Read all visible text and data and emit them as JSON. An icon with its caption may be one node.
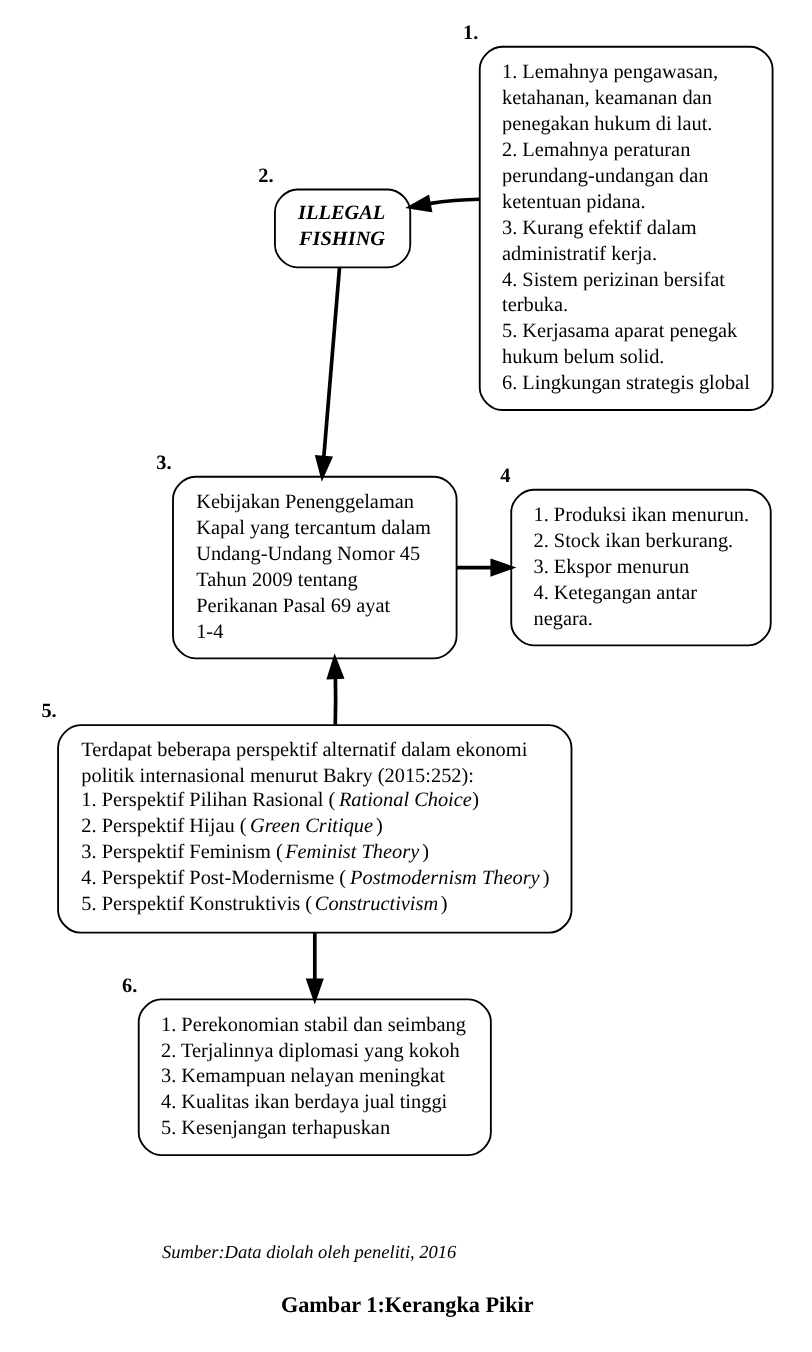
{
  "diagram": {
    "title": "Gambar 1:Kerangka Pikir",
    "nodes": [
      {
        "text": [
          "1. Lemahnya pengawasan, ketahanan, keamanan dan penegakan hukum di laut.",
          "2. Lemahnya peraturan perundang-undangan dan ketentuan pidana.",
          "3. Kurang efektif dalam administratif kerja.",
          "4. Sistem perizinan bersifat terbuka.",
          "5. Kerjasama aparat penegak hukum belum solid.",
          "6. Lingkungan strategis global"
        ],
        "beside": [
          "1."
        ]
      },
      {
        "text": [
          "ILLEGAL FISHING"
        ],
        "beside": [
          "2."
        ]
      },
      {
        "text": [
          "Kebijakan Penenggelaman Kapal yang tercantum dalam Undang-Undang Nomor 45 Tahun 2009 tentang Perikanan Pasal 69 ayat 1-4"
        ],
        "beside": [
          "3."
        ]
      },
      {
        "text": [
          "1. Produksi ikan menurun.",
          "2. Stock ikan berkurang.",
          "3. Ekspor menurun",
          "4. Ketegangan antar negara."
        ],
        "beside": [
          "4"
        ]
      },
      {
        "text": [
          "Terdapat beberapa perspektif alternatif dalam ekonomi politik internasional menurut Bakry (2015:252):",
          "1. Perspektif Pilihan Rasional (*Rational Choice*)",
          "2. Perspektif Hijau (*Green Critique*)",
          "3. Perspektif Feminism (*Feminist Theory*)",
          "4. Perspektif Post-Modernisme (*Postmodernism Theory*)",
          "5. Perspektif Konstruktivis (*Constructivism*)"
        ],
        "beside": [
          "5."
        ]
      },
      {
        "text": [
          "1. Perekonomian stabil dan seimbang",
          "2. Terjalinnya diplomasi yang kokoh",
          "3. Kemampuan nelayan meningkat",
          "4. Kualitas ikan berdaya jual tinggi",
          "5. Kesenjangan terhapuskan"
        ],
        "beside": [
          "6."
        ]
      }
    ],
    "edges": [
      {
        "from": 0,
        "to": 1,
        "arrow": "to"
      },
      {
        "from": 1,
        "to": 2,
        "arrow": "to"
      },
      {
        "from": 2,
        "to": 3,
        "arrow": "to"
      },
      {
        "from": 4,
        "to": 2,
        "arrow": "to"
      },
      {
        "from": 4,
        "to": 5,
        "arrow": "to"
      }
    ],
    "labels": [
      "Sumber:Data diolah oleh peneliti, 2016"
    ]
  }
}
